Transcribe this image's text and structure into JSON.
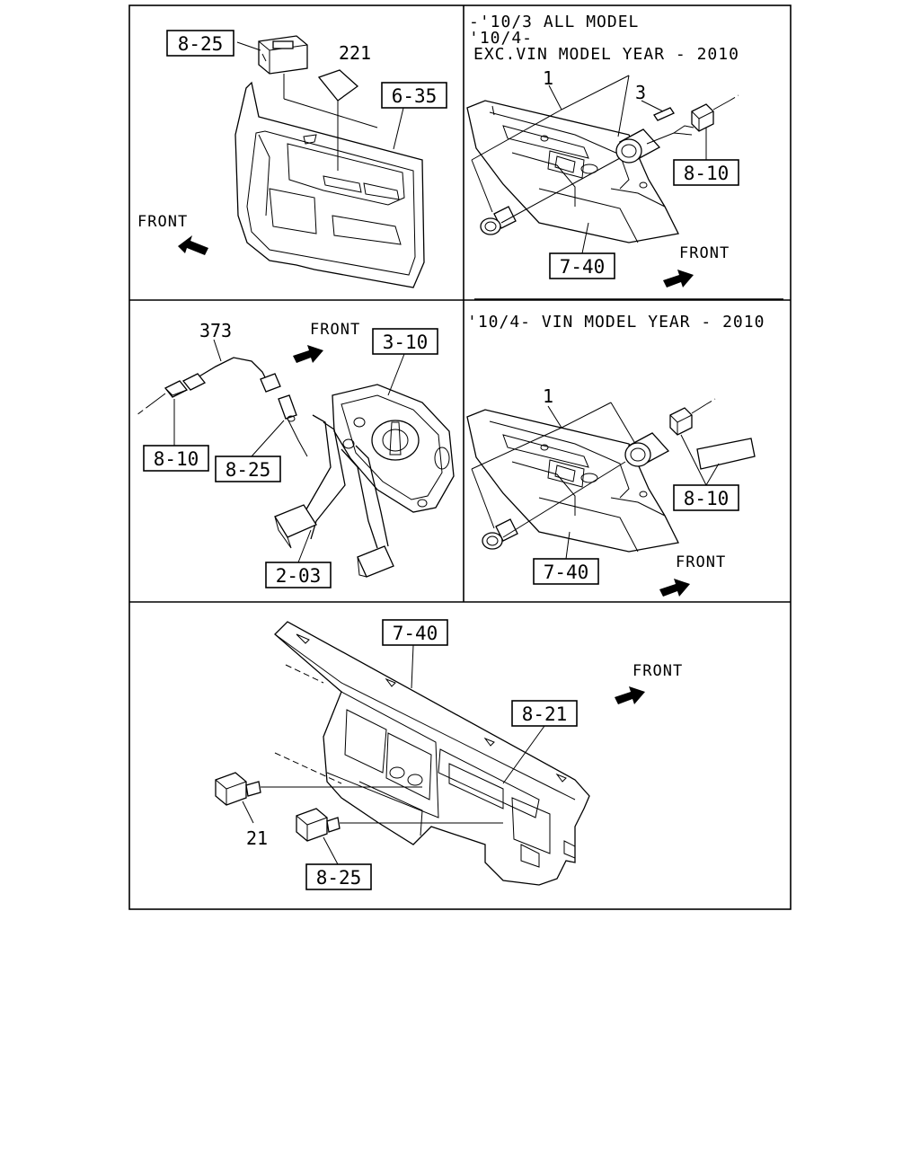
{
  "panels": {
    "door_panel": {
      "labels": {
        "switch_ref": "8-25",
        "part_221": "221",
        "trim_ref": "6-35"
      },
      "front": "FRONT"
    },
    "lighter_before": {
      "note_line1": "-'10/3 ALL MODEL",
      "note_line2": "'10/4-",
      "note_line3": "EXC.VIN MODEL YEAR - 2010",
      "labels": {
        "part_1": "1",
        "part_3": "3",
        "harness_ref": "8-10",
        "panel_ref": "7-40"
      },
      "front": "FRONT"
    },
    "pedal": {
      "labels": {
        "part_373": "373",
        "pedal_bracket_ref": "3-10",
        "harness_ref": "8-10",
        "switch_ref": "8-25",
        "pedal_ref": "2-03"
      },
      "front": "FRONT"
    },
    "lighter_after": {
      "note_line1": "'10/4- VIN MODEL YEAR - 2010",
      "labels": {
        "part_1": "1",
        "harness_ref": "8-10",
        "panel_ref": "7-40"
      },
      "front": "FRONT"
    },
    "dashboard": {
      "labels": {
        "panel_ref": "7-40",
        "cluster_ref": "8-21",
        "part_21": "21",
        "switch_ref": "8-25"
      },
      "front": "FRONT"
    }
  },
  "icons": [
    "front-arrow-icon"
  ]
}
